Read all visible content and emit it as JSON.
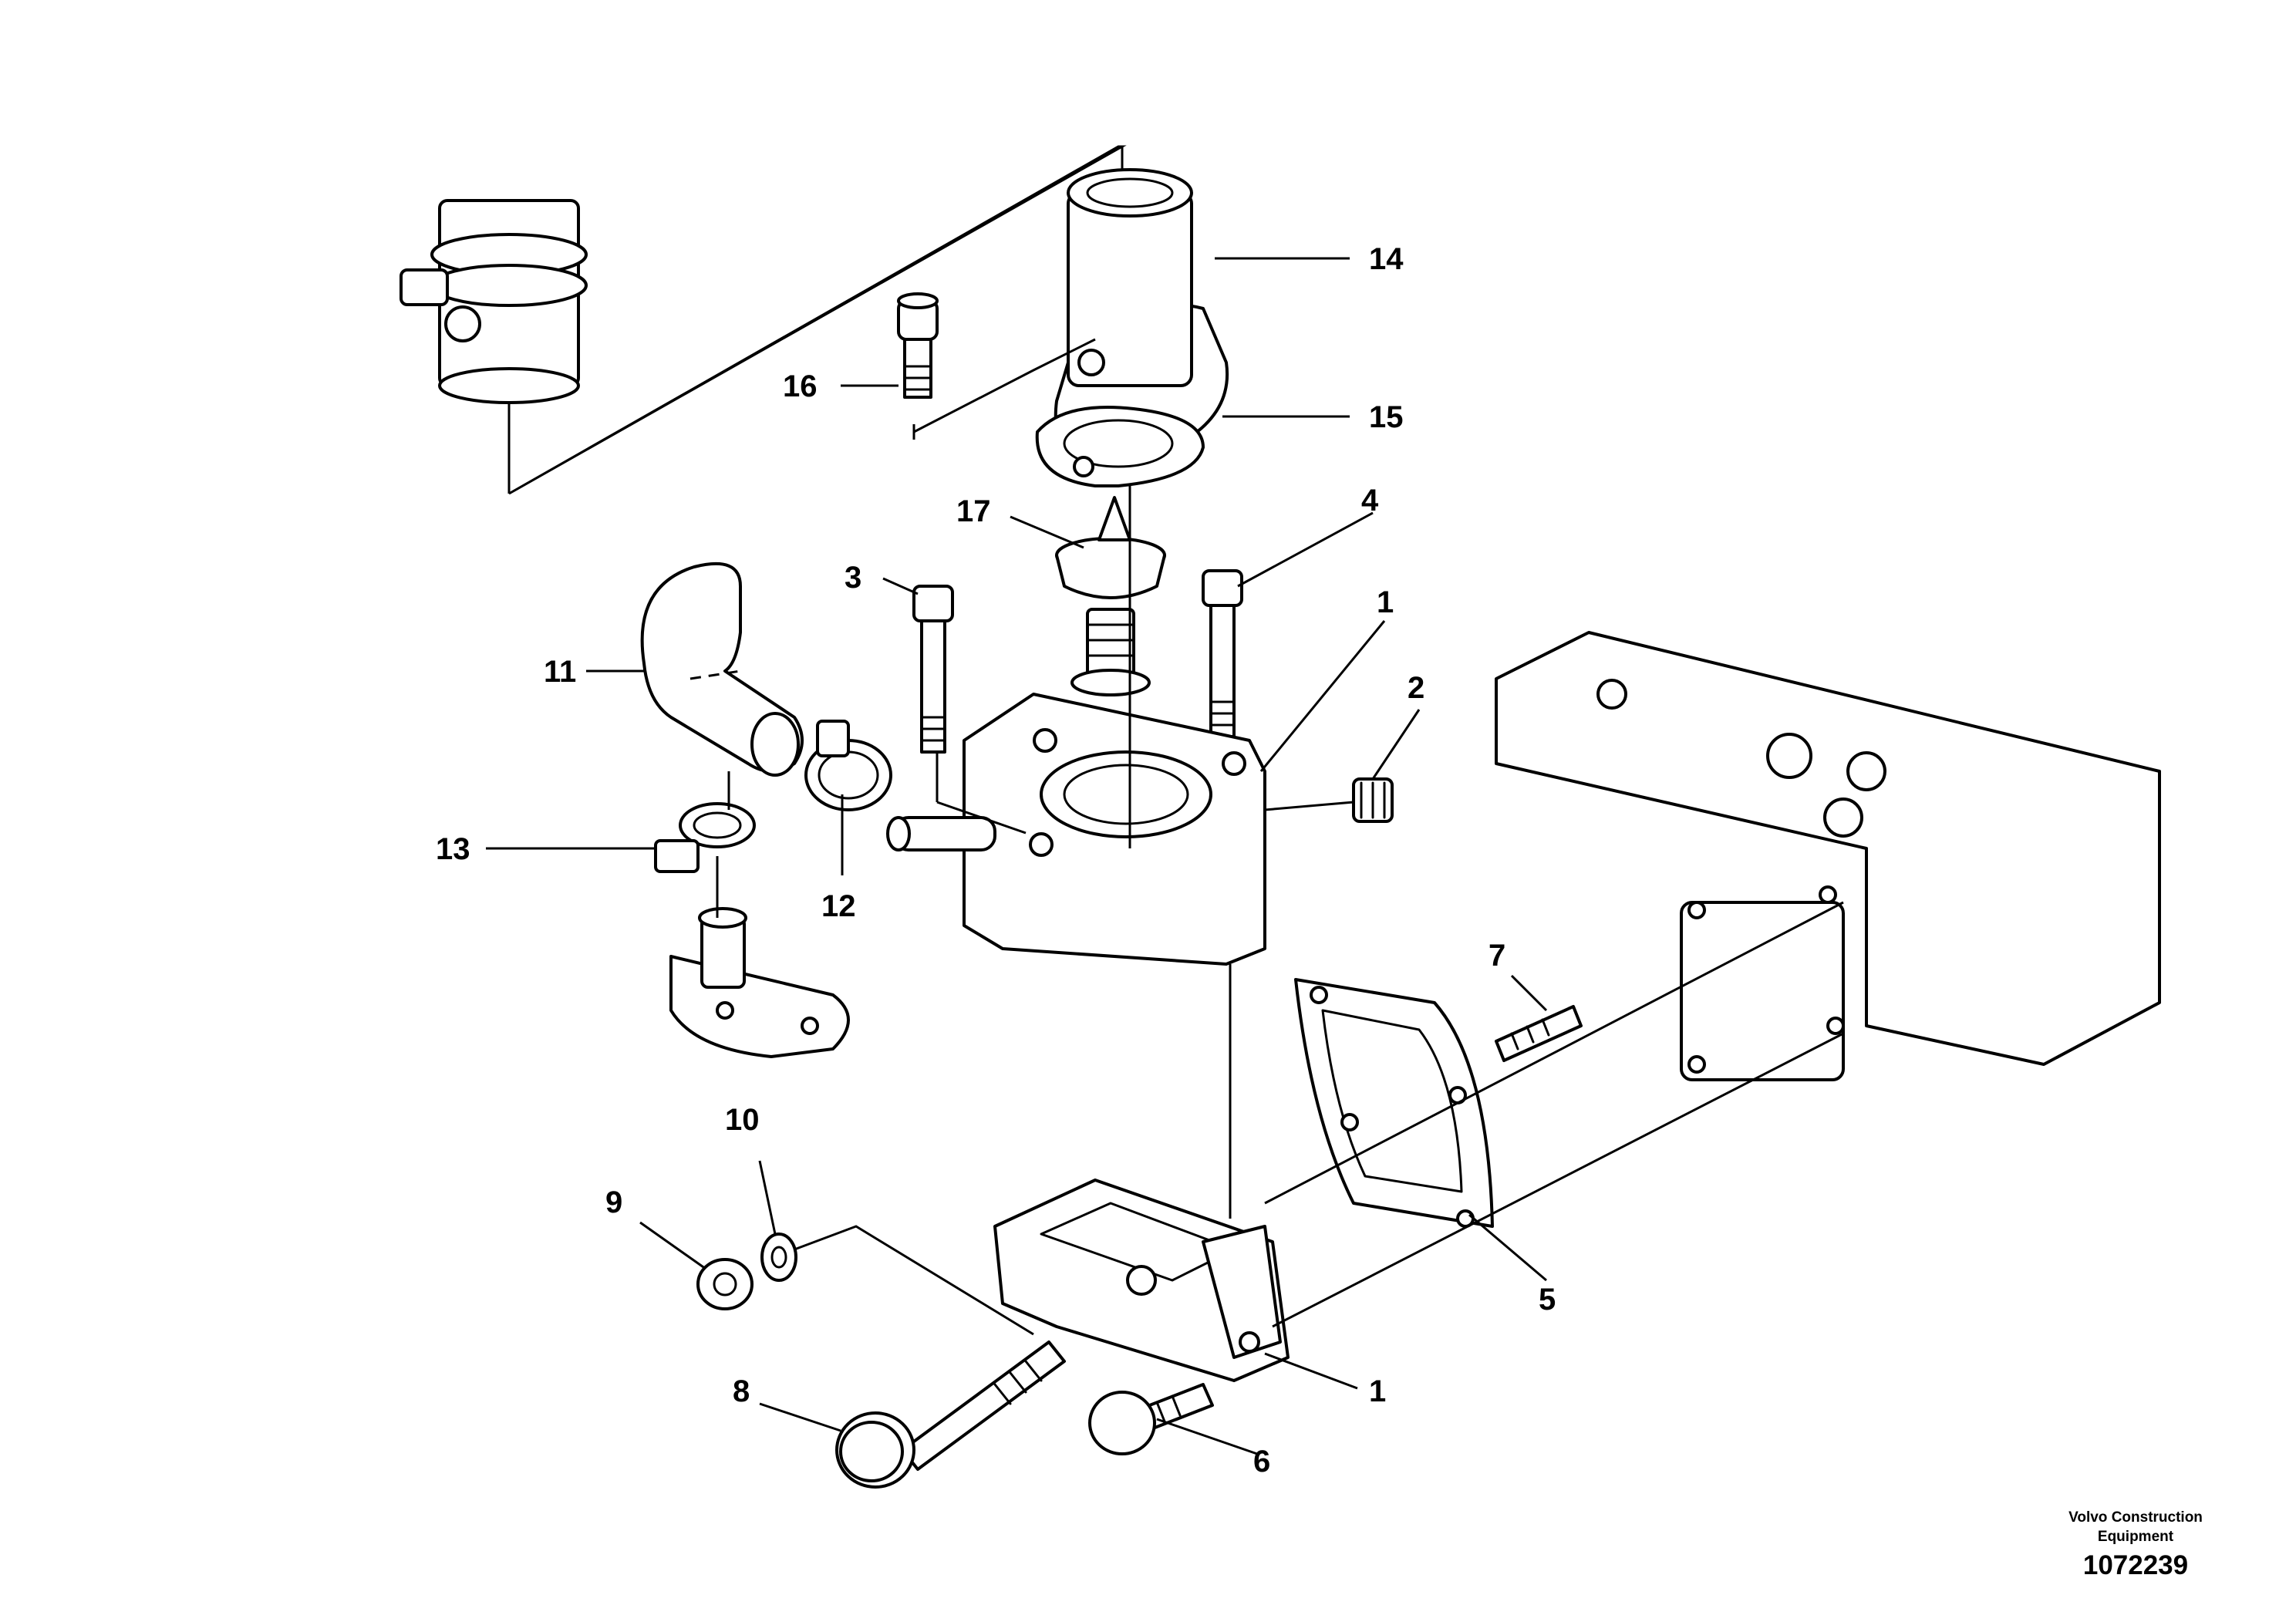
{
  "callouts": {
    "c14": "14",
    "c15": "15",
    "c16": "16",
    "c17": "17",
    "c3": "3",
    "c4": "4",
    "c1a": "1",
    "c2": "2",
    "c11": "11",
    "c13": "13",
    "c12": "12",
    "c7": "7",
    "c5": "5",
    "c10": "10",
    "c9": "9",
    "c8": "8",
    "c1b": "1",
    "c6": "6"
  },
  "footer": {
    "brand": "Volvo Construction Equipment",
    "document_number": "1072239"
  }
}
